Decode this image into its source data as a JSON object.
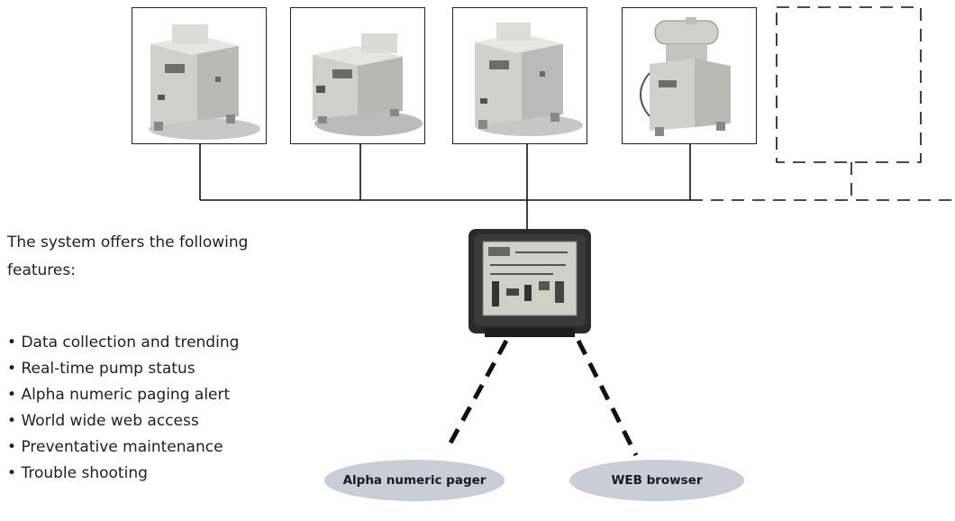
{
  "intro_text": "The system offers the following features:",
  "features": [
    "Data collection and trending",
    "Real-time pump status",
    "Alpha numeric paging alert",
    "World wide web access",
    "Preventative maintenance",
    "Trouble shooting"
  ],
  "endpoints": {
    "pager_label": "Alpha numeric pager",
    "browser_label": "WEB browser"
  },
  "colors": {
    "line": "#111111",
    "pill": "#c9ced6",
    "pump_body": "#d6d6d3",
    "monitor_case": "#2b2b2b"
  }
}
